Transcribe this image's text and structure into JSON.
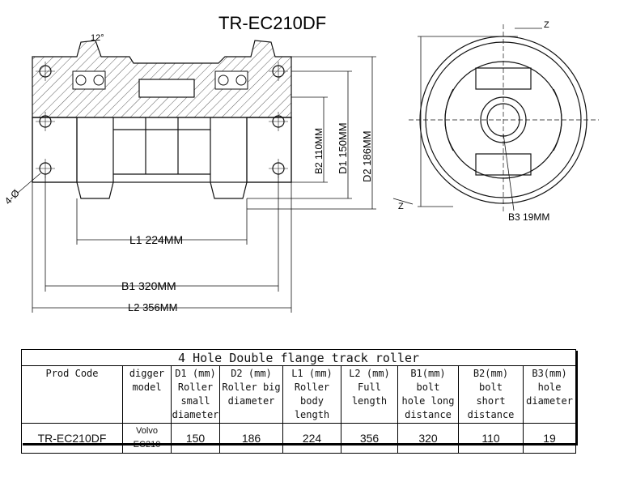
{
  "title": "TR-EC210DF",
  "drawing": {
    "angle_label": "12°",
    "hole_label": "4-Ø",
    "dim_b2": "B2 110MM",
    "dim_d1": "D1 150MM",
    "dim_d2": "D2 186MM",
    "dim_l1": "L1 224MM",
    "dim_b1": "B1 320MM",
    "dim_l2": "L2 356MM",
    "dim_b3": "B3 19MM",
    "axis_z_top": "Z",
    "axis_z_bottom": "Z"
  },
  "table": {
    "caption": "4 Hole Double flange track roller",
    "headers": [
      [
        "Prod Code"
      ],
      [
        "digger",
        "model"
      ],
      [
        "D1 (mm)",
        "Roller",
        "small",
        "diameter"
      ],
      [
        "D2 (mm)",
        "Roller big",
        "diameter"
      ],
      [
        "L1 (mm)",
        "Roller",
        "body",
        "length"
      ],
      [
        "L2 (mm)",
        "Full",
        "length"
      ],
      [
        "B1(mm)",
        "bolt",
        "hole long",
        "distance"
      ],
      [
        "B2(mm)",
        "bolt",
        "short",
        "distance"
      ],
      [
        "B3(mm)",
        "hole",
        "diameter"
      ]
    ],
    "row": [
      "TR-EC210DF",
      "Volvo EC210",
      "150",
      "186",
      "224",
      "356",
      "320",
      "110",
      "19"
    ]
  }
}
